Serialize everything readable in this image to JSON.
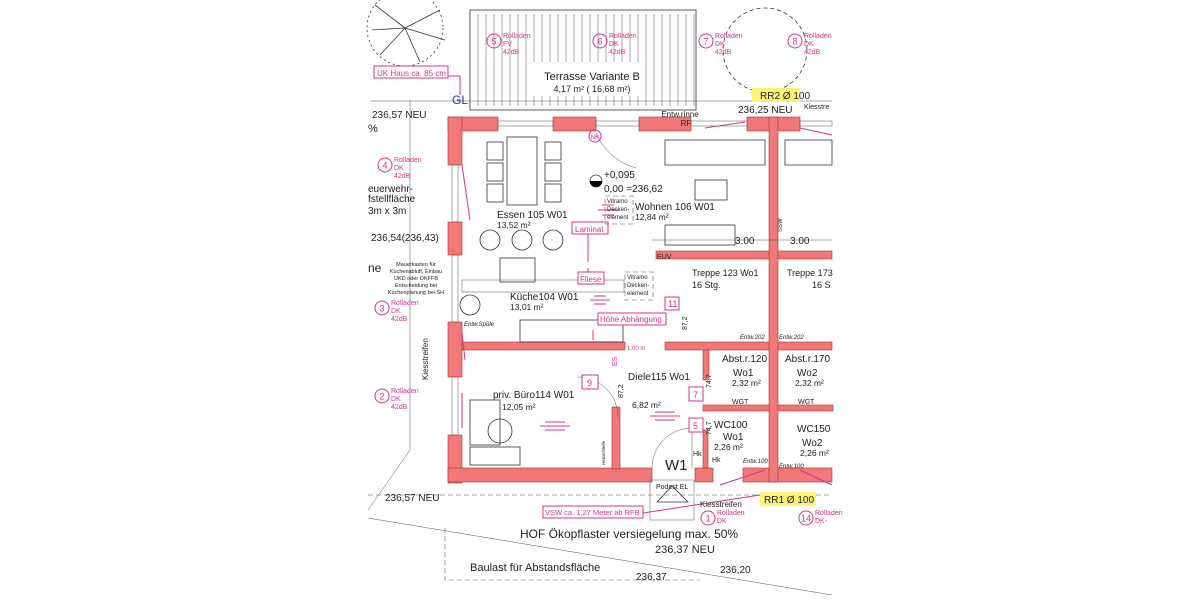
{
  "colors": {
    "wall": "#f07878",
    "annotation": "#d9338a",
    "highlight": "#fff27a"
  },
  "terrace": {
    "title": "Terrasse Variante B",
    "area": "4,17 m² ( 16,68 m²)"
  },
  "windows": [
    {
      "num": "5",
      "l1": "Rolladen",
      "l2": "FV",
      "l3": "42dB"
    },
    {
      "num": "6",
      "l1": "Rolladen",
      "l2": "DK",
      "l3": "42dB"
    },
    {
      "num": "7",
      "l1": "Rolladen",
      "l2": "DK",
      "l3": "42dB"
    },
    {
      "num": "8",
      "l1": "Rolladen",
      "l2": "DK",
      "l3": "42dB"
    },
    {
      "num": "4",
      "l1": "Rolladen",
      "l2": "DK",
      "l3": "42dB"
    },
    {
      "num": "3",
      "l1": "Rolladen",
      "l2": "DK",
      "l3": "42dB"
    },
    {
      "num": "2",
      "l1": "Rolladen",
      "l2": "DK",
      "l3": "42dB"
    },
    {
      "num": "1",
      "l1": "Rolladen",
      "l2": "DK"
    },
    {
      "num": "14",
      "l1": "Rolladen",
      "l2": "DK-"
    }
  ],
  "notes": {
    "uk_haus": "UK Haus ca. 85 cm",
    "gl": "GL",
    "rr2": "RR2 Ø 100",
    "rr1": "RR1 Ø 100",
    "laminat": "Laminat",
    "fliese": "Fliese",
    "hoehe": "Höhe Abhängung",
    "vsw": "VSW ca. 1,27 Meter ab RFB",
    "entw_rinne": "Entw.rinne",
    "rf": "RF",
    "nk": "NK",
    "euv": "EUV",
    "vitramo1": [
      "Vitramo",
      "Decken-",
      "element"
    ],
    "vitramo2": [
      "Vitramo",
      "Decken-",
      "element"
    ],
    "mauer": [
      "Mauerkasten für",
      "Küchenabluft, Einbau",
      "UKD oder OKFFB",
      "Entscheidung bei",
      "Küchenplanung bei SH"
    ],
    "feuer": [
      "euerwehr-",
      "fstellfläche",
      "3m x 3m"
    ],
    "ne": "ne",
    "level1": "+0,095",
    "level2": "0,00 =236,62",
    "dim300a": "3.00",
    "dim300b": "3.00",
    "ssw": "SSW",
    "entw_spuele": "Entw.Spüle",
    "entw202a": "Entw.202",
    "entw202b": "Entw.202",
    "entw100a": "Entw.100",
    "entw100b": "Entw.100",
    "dim100": "1,00 m",
    "d872a": "87,2",
    "d872b": "87,2",
    "d747a": "74,7",
    "d747b": "74,7",
    "box11": "11",
    "box9": "9",
    "box7": "7",
    "box5": "5",
    "es": "ES",
    "wgt1": "WGT",
    "wgt2": "WGT",
    "hk1": "Hk",
    "hk2": "Hk",
    "w1": "W1",
    "podest": "Podest EL",
    "kiess1": "Kiesstreifen",
    "kiess2": "Kiesstreifen",
    "kiess3": "Kiesstre",
    "heizschleife": "Heizschleife",
    "hof": "HOF Ökopflaster versiegelung max. 50%",
    "baulast": "Baulast für Abstandsfläche",
    "pct": "%"
  },
  "levels": {
    "l1": "236,57 NEU",
    "l2": "236,25 NEU",
    "l3": "236,54(236,43)",
    "l4": "236,57 NEU",
    "l5": "236,37 NEU",
    "l6": "236,37",
    "l7": "236,20"
  },
  "rooms": [
    {
      "name": "Essen 105 W01",
      "area": "13,52 m²"
    },
    {
      "name": "Wohnen 106 W01",
      "area": "12,84 m²"
    },
    {
      "name": "Treppe 123 Wo1",
      "area": "16 Stg."
    },
    {
      "name": "Treppe 173",
      "area": "16 S"
    },
    {
      "name": "Küche104 W01",
      "area": "13,01 m²"
    },
    {
      "name": "priv. Büro114 W01",
      "area": "12,05 m²"
    },
    {
      "name": "Diele115 Wo1",
      "area": "6,82 m²"
    },
    {
      "name": "Abst.r.120",
      "name2": "Wo1",
      "area": "2,32 m²"
    },
    {
      "name": "Abst.r.170",
      "name2": "Wo2",
      "area": "2,32 m²"
    },
    {
      "name": "WC100",
      "name2": "Wo1",
      "area": "2,26 m²"
    },
    {
      "name": "WC150",
      "name2": "Wo2",
      "area": "2,26 m²"
    }
  ]
}
